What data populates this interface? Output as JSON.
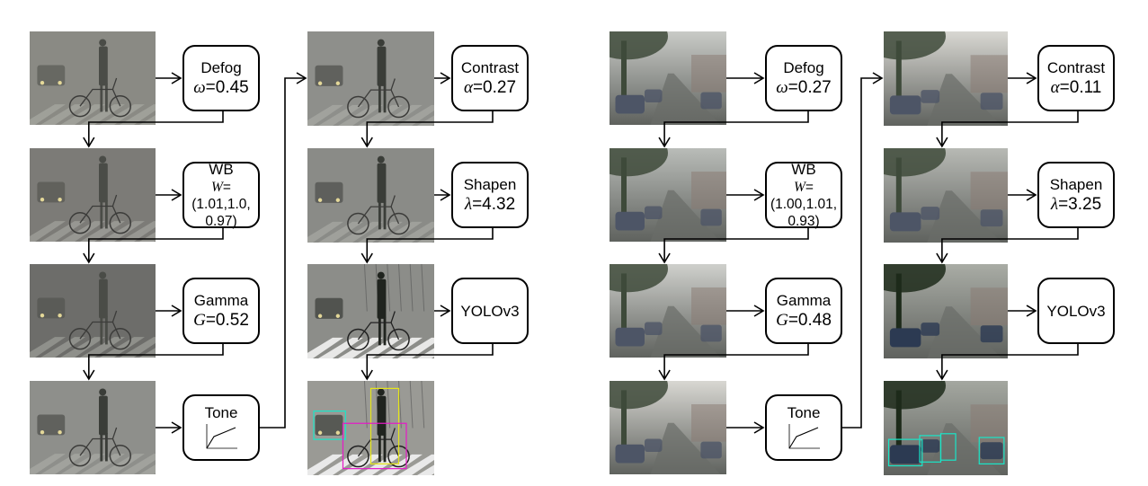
{
  "panels": [
    {
      "id": "left",
      "scene": "pedestrian",
      "stages": {
        "defog": {
          "name": "Defog",
          "symbol": "ω",
          "value": "=0.45"
        },
        "wb": {
          "name": "WB",
          "symbol": "W",
          "value": "=(1.01,1.0,",
          "value2": "0.97)"
        },
        "gamma": {
          "name": "Gamma",
          "symbol": "G",
          "value": "=0.52"
        },
        "tone": {
          "name": "Tone"
        },
        "contrast": {
          "name": "Contrast",
          "symbol": "α",
          "value": "=0.27"
        },
        "sharpen": {
          "name": "Shapen",
          "symbol": "λ",
          "value": "=4.32"
        },
        "detector": {
          "name": "YOLOv3"
        }
      }
    },
    {
      "id": "right",
      "scene": "street",
      "stages": {
        "defog": {
          "name": "Defog",
          "symbol": "ω",
          "value": "=0.27"
        },
        "wb": {
          "name": "WB",
          "symbol": "W",
          "value": "=(1.00,1.01,",
          "value2": "0.93)"
        },
        "gamma": {
          "name": "Gamma",
          "symbol": "G",
          "value": "=0.48"
        },
        "tone": {
          "name": "Tone"
        },
        "contrast": {
          "name": "Contrast",
          "symbol": "α",
          "value": "=0.11"
        },
        "sharpen": {
          "name": "Shapen",
          "symbol": "λ",
          "value": "=3.25"
        },
        "detector": {
          "name": "YOLOv3"
        }
      }
    }
  ]
}
